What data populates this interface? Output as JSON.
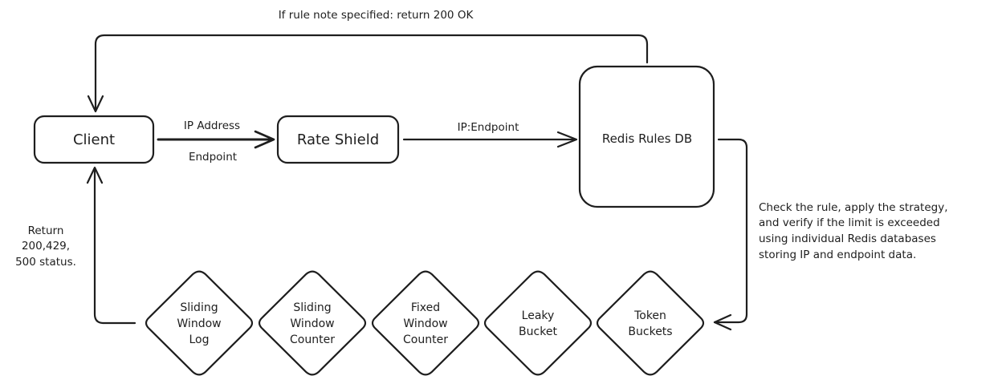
{
  "diagram": {
    "nodes": {
      "client": {
        "label": "Client"
      },
      "rate_shield": {
        "label": "Rate Shield"
      },
      "redis_rules_db": {
        "label": "Redis Rules DB"
      }
    },
    "edges": {
      "client_to_shield": {
        "label_top": "IP Address",
        "label_bottom": "Endpoint"
      },
      "shield_to_redis": {
        "label": "IP:Endpoint"
      },
      "redis_to_client": {
        "label": "If rule note specified: return 200 OK"
      },
      "redis_to_strategies": {
        "note_lines": [
          "Check the rule, apply the strategy,",
          "and verify if the limit is exceeded",
          "using individual Redis databases",
          "storing IP and endpoint data."
        ]
      },
      "strategies_to_client": {
        "note_lines": [
          "Return",
          "200,429,",
          "500 status."
        ]
      }
    },
    "strategies": [
      {
        "lines": [
          "Sliding",
          "Window",
          "Log"
        ]
      },
      {
        "lines": [
          "Sliding",
          "Window",
          "Counter"
        ]
      },
      {
        "lines": [
          "Fixed",
          "Window",
          "Counter"
        ]
      },
      {
        "lines": [
          "Leaky",
          "Bucket"
        ]
      },
      {
        "lines": [
          "Token",
          "Buckets"
        ]
      }
    ]
  }
}
